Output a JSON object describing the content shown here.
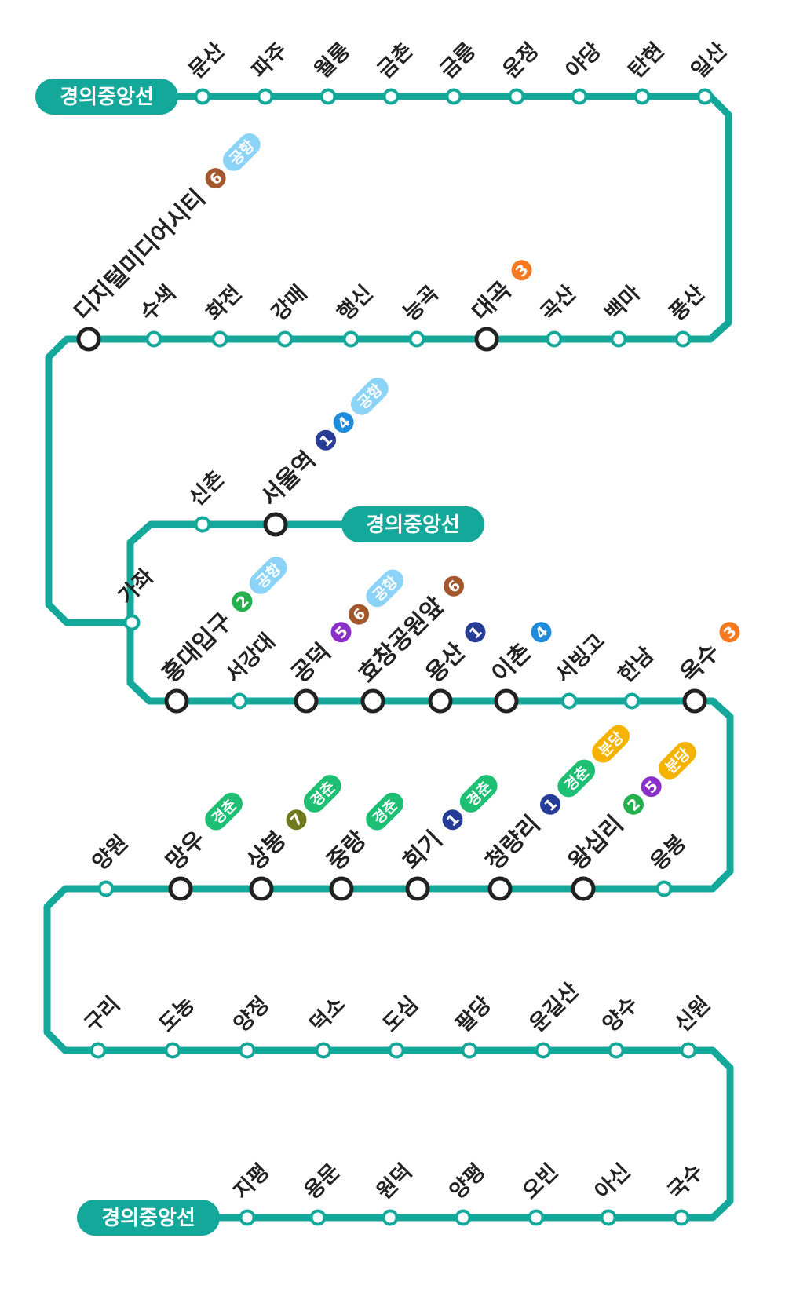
{
  "line": {
    "name": "경의중앙선",
    "color": "#14A89A"
  },
  "line_colors": {
    "1": "#263C96",
    "2": "#22B14C",
    "3": "#F47920",
    "4": "#1E8BDB",
    "5": "#8B2FC9",
    "6": "#A2572C",
    "7": "#6E7A1D",
    "공항": "#8BD3F7",
    "경춘": "#1DBF73",
    "분당": "#F5B300"
  },
  "terminal_labels": [
    "경의중앙선",
    "경의중앙선",
    "경의중앙선"
  ],
  "rows": [
    [
      {
        "name": "문산",
        "transfers": []
      },
      {
        "name": "파주",
        "transfers": []
      },
      {
        "name": "월롱",
        "transfers": []
      },
      {
        "name": "금촌",
        "transfers": []
      },
      {
        "name": "금릉",
        "transfers": []
      },
      {
        "name": "운정",
        "transfers": []
      },
      {
        "name": "야당",
        "transfers": []
      },
      {
        "name": "탄현",
        "transfers": []
      },
      {
        "name": "일산",
        "transfers": []
      }
    ],
    [
      {
        "name": "디지털미디어시티",
        "transfers": [
          "6",
          "공항"
        ]
      },
      {
        "name": "수색",
        "transfers": []
      },
      {
        "name": "화전",
        "transfers": []
      },
      {
        "name": "강매",
        "transfers": []
      },
      {
        "name": "행신",
        "transfers": []
      },
      {
        "name": "능곡",
        "transfers": []
      },
      {
        "name": "대곡",
        "transfers": [
          "3"
        ]
      },
      {
        "name": "곡산",
        "transfers": []
      },
      {
        "name": "백마",
        "transfers": []
      },
      {
        "name": "풍산",
        "transfers": []
      }
    ],
    [
      {
        "name": "신촌",
        "transfers": []
      },
      {
        "name": "서울역",
        "transfers": [
          "1",
          "4",
          "공항"
        ]
      }
    ],
    [
      {
        "name": "가좌",
        "transfers": []
      }
    ],
    [
      {
        "name": "홍대입구",
        "transfers": [
          "2",
          "공항"
        ]
      },
      {
        "name": "서강대",
        "transfers": []
      },
      {
        "name": "공덕",
        "transfers": [
          "5",
          "6",
          "공항"
        ]
      },
      {
        "name": "효창공원앞",
        "transfers": [
          "6"
        ]
      },
      {
        "name": "용산",
        "transfers": [
          "1"
        ]
      },
      {
        "name": "이촌",
        "transfers": [
          "4"
        ]
      },
      {
        "name": "서빙고",
        "transfers": []
      },
      {
        "name": "한남",
        "transfers": []
      },
      {
        "name": "옥수",
        "transfers": [
          "3"
        ]
      }
    ],
    [
      {
        "name": "양원",
        "transfers": []
      },
      {
        "name": "망우",
        "transfers": [
          "경춘"
        ]
      },
      {
        "name": "상봉",
        "transfers": [
          "7",
          "경춘"
        ]
      },
      {
        "name": "중랑",
        "transfers": [
          "경춘"
        ]
      },
      {
        "name": "회기",
        "transfers": [
          "1",
          "경춘"
        ]
      },
      {
        "name": "청량리",
        "transfers": [
          "1",
          "경춘",
          "분당"
        ]
      },
      {
        "name": "왕십리",
        "transfers": [
          "2",
          "5",
          "분당"
        ]
      },
      {
        "name": "응봉",
        "transfers": []
      }
    ],
    [
      {
        "name": "구리",
        "transfers": []
      },
      {
        "name": "도농",
        "transfers": []
      },
      {
        "name": "양정",
        "transfers": []
      },
      {
        "name": "덕소",
        "transfers": []
      },
      {
        "name": "도심",
        "transfers": []
      },
      {
        "name": "팔당",
        "transfers": []
      },
      {
        "name": "운길산",
        "transfers": []
      },
      {
        "name": "양수",
        "transfers": []
      },
      {
        "name": "신원",
        "transfers": []
      }
    ],
    [
      {
        "name": "지평",
        "transfers": []
      },
      {
        "name": "용문",
        "transfers": []
      },
      {
        "name": "원덕",
        "transfers": []
      },
      {
        "name": "양평",
        "transfers": []
      },
      {
        "name": "오빈",
        "transfers": []
      },
      {
        "name": "아신",
        "transfers": []
      },
      {
        "name": "국수",
        "transfers": []
      }
    ]
  ]
}
